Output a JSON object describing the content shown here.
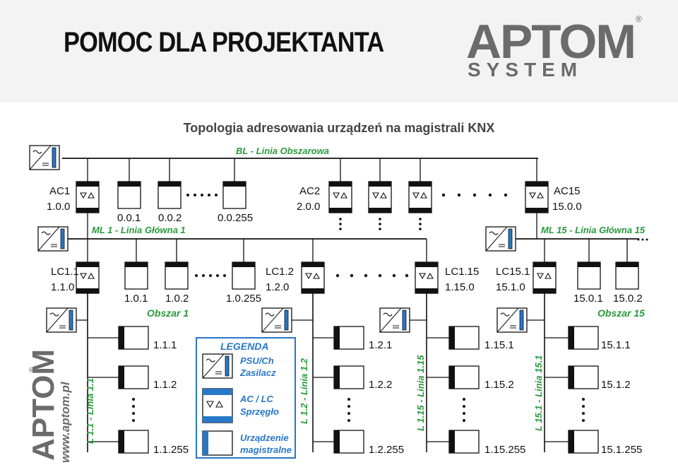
{
  "header": {
    "title": "POMOC DLA PROJEKTANTA",
    "logo_top": "APTOM",
    "logo_bottom": "SYSTEM",
    "registered": "®"
  },
  "diagram": {
    "title": "Topologia adresowania urządzeń na magistrali KNX",
    "backbone_label": "BL - Linia Obszarowa",
    "main_line_1": "ML 1 - Linia Główna 1",
    "main_line_15": "ML 15 - Linia Główna 15",
    "area_1": "Obszar 1",
    "area_15": "Obszar 15",
    "ac1_name": "AC1",
    "ac1_addr": "1.0.0",
    "ac2_name": "AC2",
    "ac2_addr": "2.0.0",
    "ac15_name": "AC15",
    "ac15_addr": "15.0.0",
    "bl_dev_1": "0.0.1",
    "bl_dev_2": "0.0.2",
    "bl_dev_255": "0.0.255",
    "lc11_name": "LC1.1",
    "lc11_addr": "1.1.0",
    "lc12_name": "LC1.2",
    "lc12_addr": "1.2.0",
    "lc115_name": "LC1.15",
    "lc115_addr": "1.15.0",
    "lc151_name": "LC15.1",
    "lc151_addr": "15.1.0",
    "ml1_dev_1": "1.0.1",
    "ml1_dev_2": "1.0.2",
    "ml1_dev_255": "1.0.255",
    "ml15_dev_1": "15.0.1",
    "ml15_dev_2": "15.0.2",
    "line_11": "L 1.1 - Linia 1.1",
    "line_12": "L 1.2 - Linia 1.2",
    "line_115": "L 1.15 - Linia 1.15",
    "line_151": "L 15.1 - Linia 15.1",
    "d111": "1.1.1",
    "d112": "1.1.2",
    "d11255": "1.1.255",
    "d121": "1.2.1",
    "d122": "1.2.2",
    "d12255": "1.2.255",
    "d1151": "1.15.1",
    "d1152": "1.15.2",
    "d115255": "1.15.255",
    "d1511": "15.1.1",
    "d1512": "15.1.2",
    "d151255": "15.1.255"
  },
  "legend": {
    "title": "LEGENDA",
    "psu_1": "PSU/Ch",
    "psu_2": "Zasilacz",
    "coupler_1": "AC / LC",
    "coupler_2": "Sprzęgło",
    "device_1": "Urządzenie",
    "device_2": "magistralne"
  },
  "side": {
    "url": "www.aptom.pl",
    "logo": "APTOM",
    "registered": "®"
  },
  "colors": {
    "blue": "#2877c8",
    "green": "#2a9a3c",
    "logo_gray": "#6b6b6b"
  }
}
